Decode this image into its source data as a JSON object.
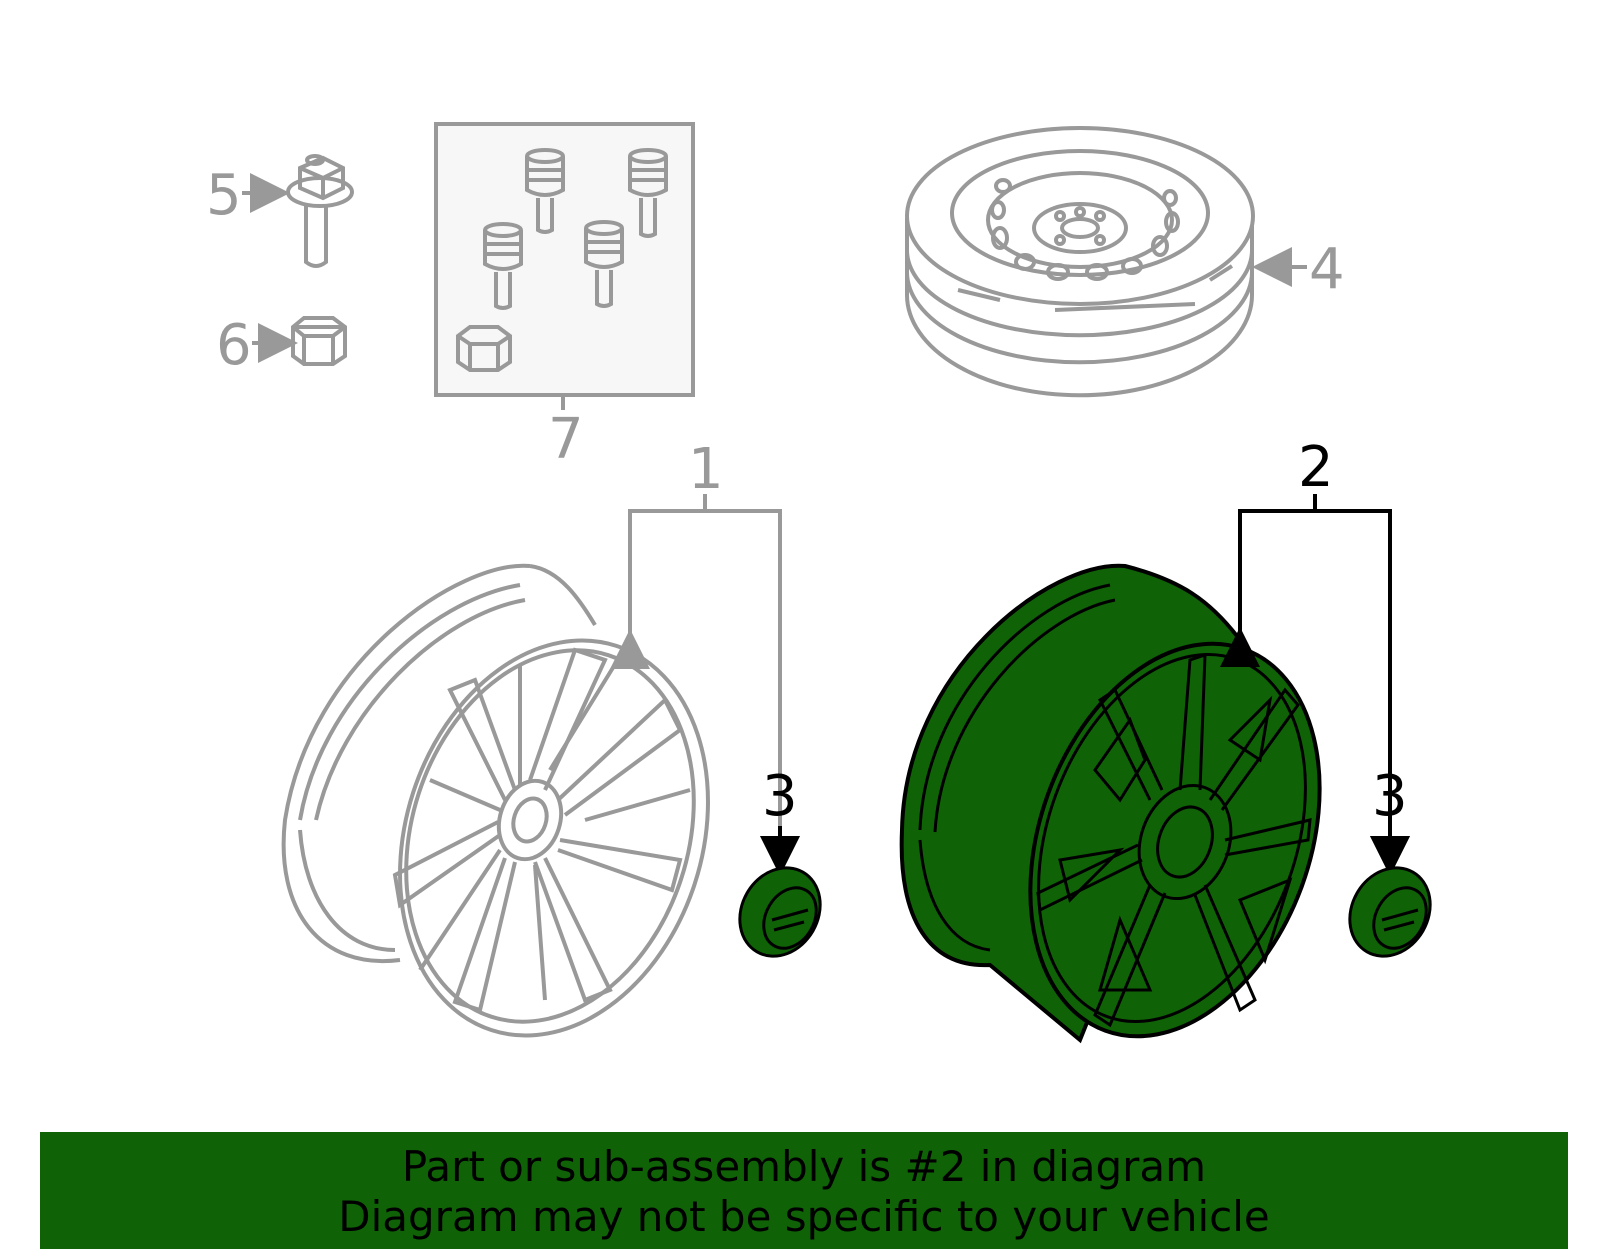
{
  "colors": {
    "highlight": "#0f6306",
    "line_gray": "#999999",
    "line_black": "#000000",
    "background": "#ffffff"
  },
  "callouts": {
    "c1": "1",
    "c2": "2",
    "c3_left": "3",
    "c3_right": "3",
    "c4": "4",
    "c5": "5",
    "c6": "6",
    "c7": "7"
  },
  "parts": [
    {
      "ref": "1",
      "icon": "wheel-outline",
      "highlighted": false
    },
    {
      "ref": "2",
      "icon": "wheel-highlighted",
      "highlighted": true
    },
    {
      "ref": "3",
      "icon": "center-cap",
      "highlighted": true
    },
    {
      "ref": "4",
      "icon": "spare-wheel",
      "highlighted": false
    },
    {
      "ref": "5",
      "icon": "lug-bolt",
      "highlighted": false
    },
    {
      "ref": "6",
      "icon": "lug-nut",
      "highlighted": false
    },
    {
      "ref": "7",
      "icon": "lock-kit",
      "highlighted": false
    }
  ],
  "banner": {
    "line1": "Part or sub-assembly is #2 in diagram",
    "line2": "Diagram may not be specific to your vehicle"
  }
}
